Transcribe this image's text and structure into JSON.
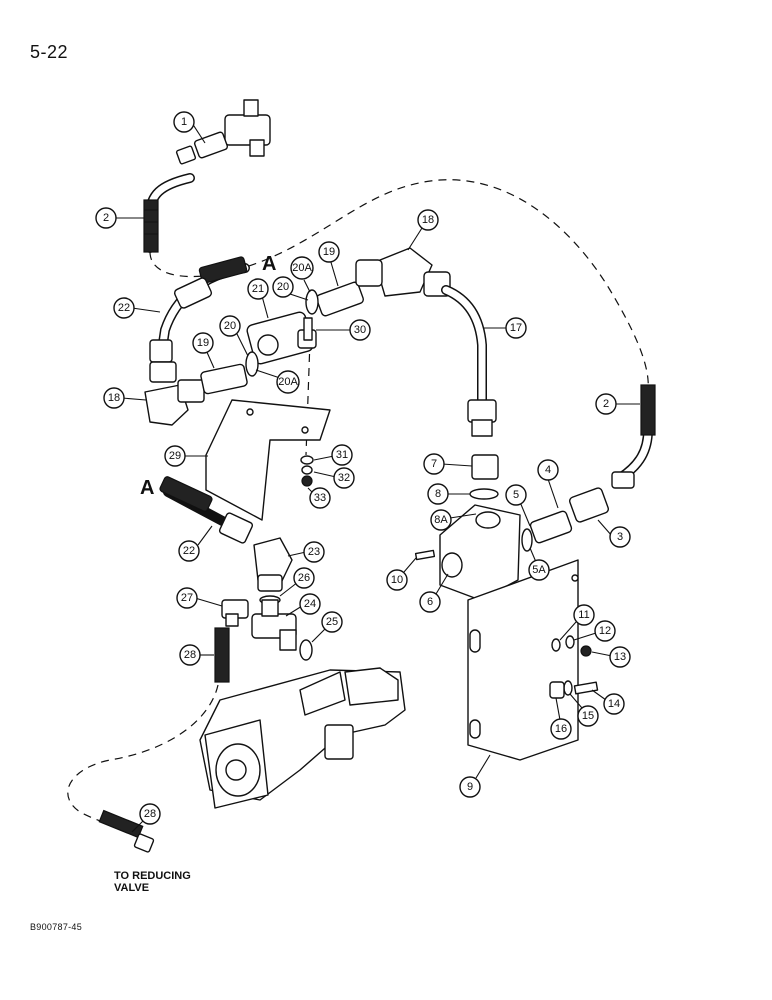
{
  "page": {
    "number": "5-22",
    "figure_code": "B900787-45"
  },
  "note": {
    "line1": "TO REDUCING",
    "line2": "VALVE"
  },
  "section_markers": [
    {
      "letter": "A"
    },
    {
      "letter": "A"
    }
  ],
  "callouts": [
    "1",
    "2",
    "2",
    "3",
    "4",
    "5",
    "5A",
    "6",
    "7",
    "8",
    "8A",
    "9",
    "10",
    "11",
    "12",
    "13",
    "14",
    "15",
    "16",
    "17",
    "18",
    "18",
    "19",
    "19",
    "20",
    "20",
    "20A",
    "20A",
    "21",
    "22",
    "22",
    "23",
    "24",
    "25",
    "26",
    "27",
    "28",
    "28",
    "29",
    "30",
    "31",
    "32",
    "33"
  ]
}
